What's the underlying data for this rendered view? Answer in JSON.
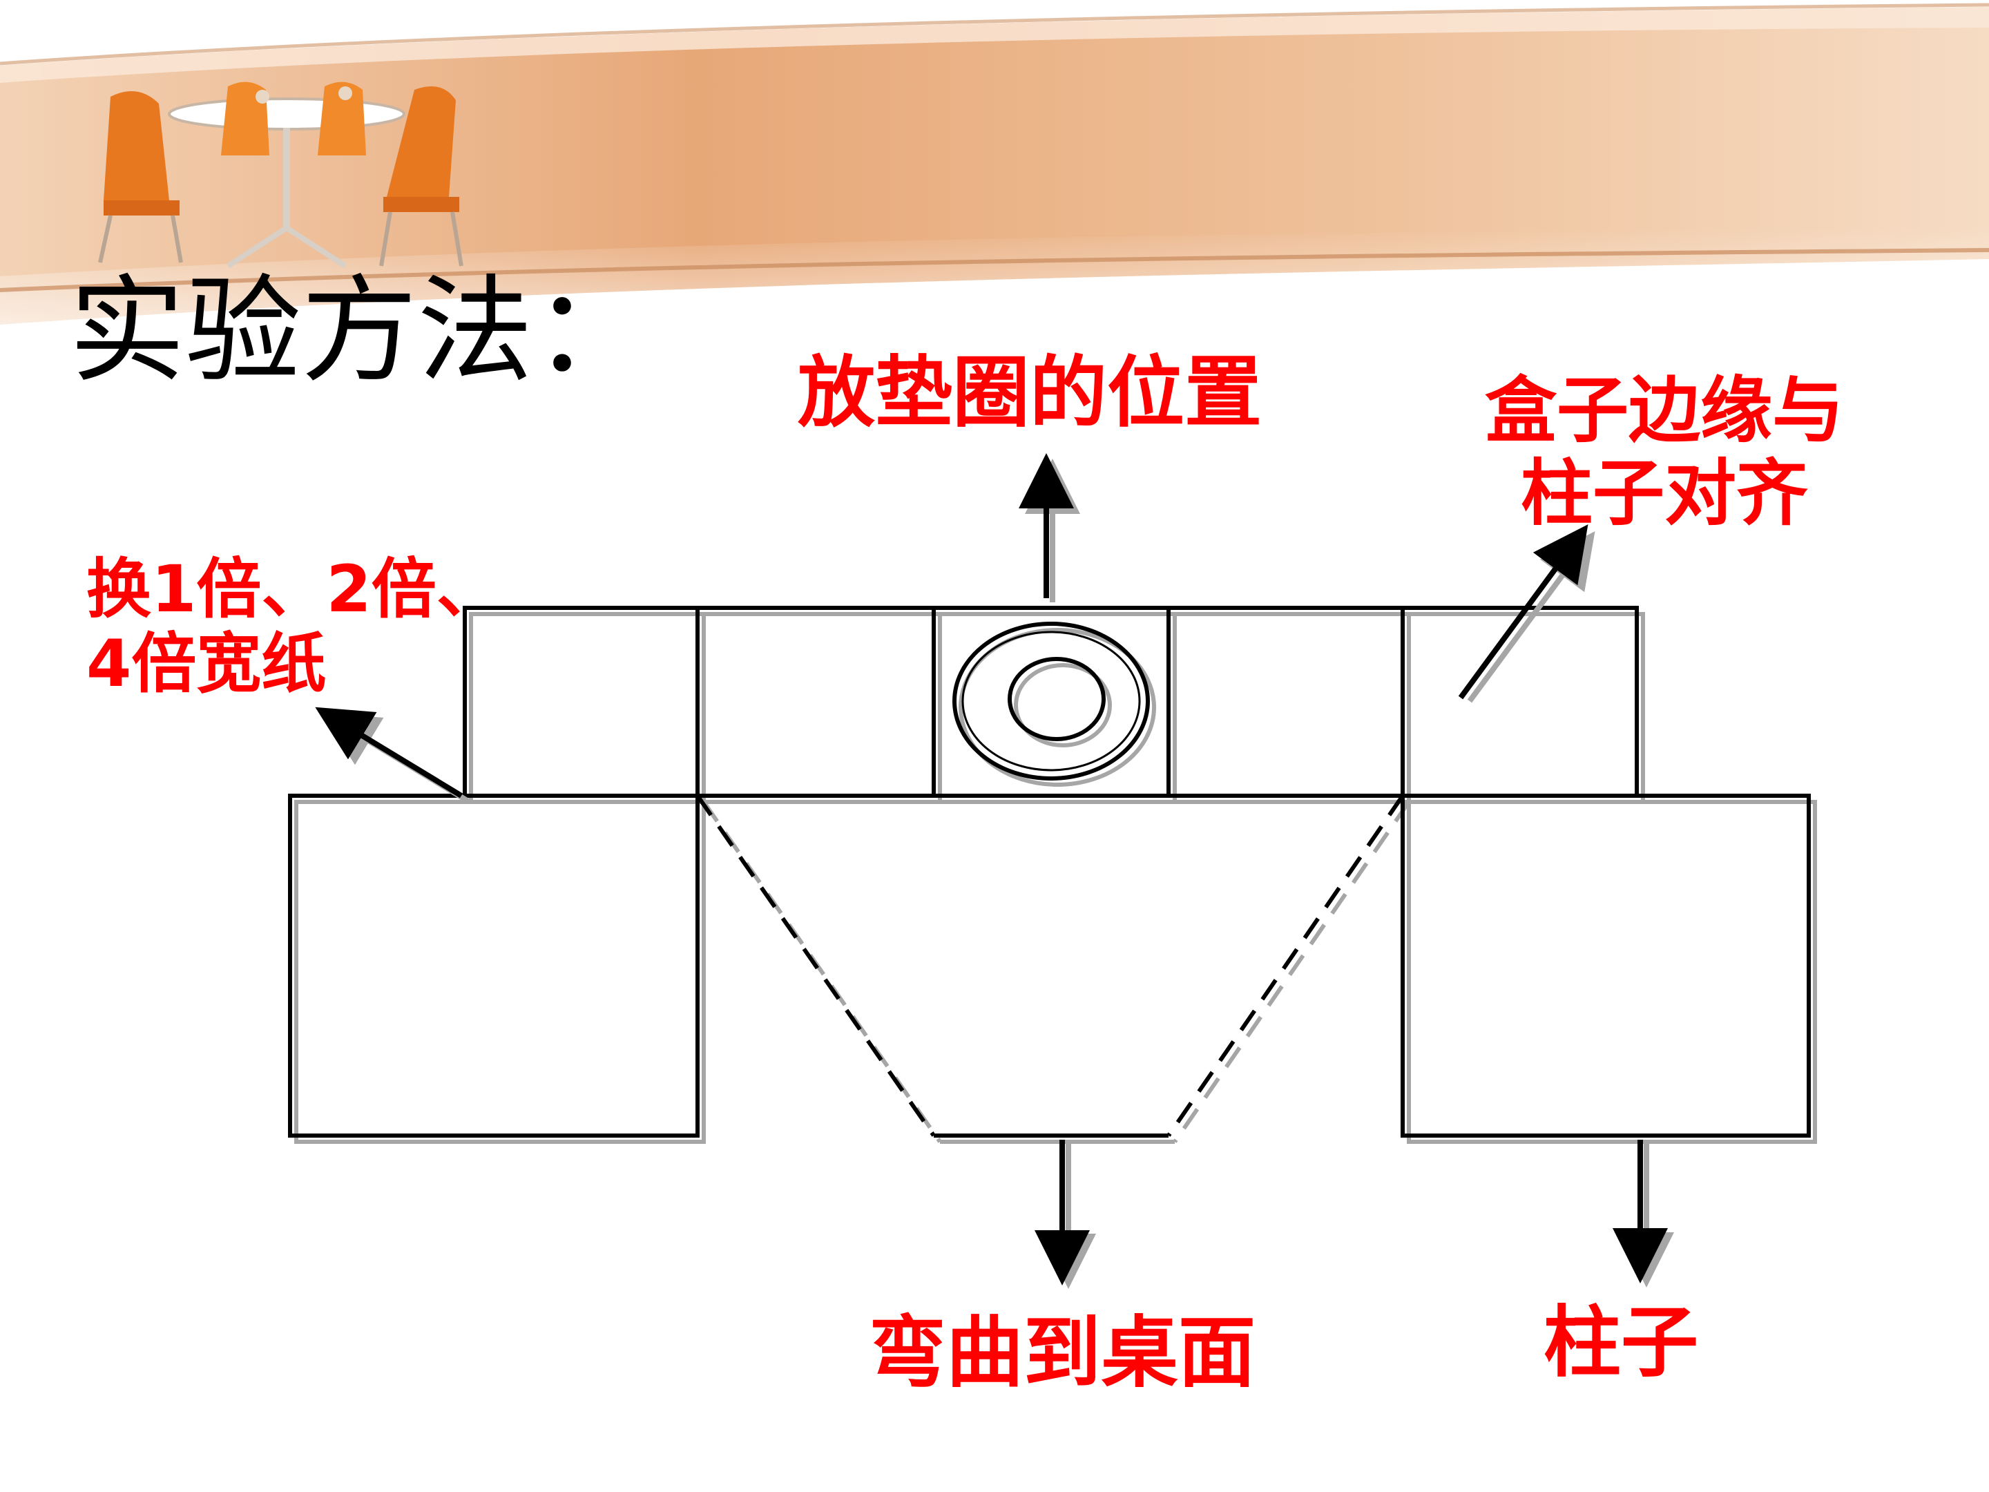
{
  "slide": {
    "title": "实验方法："
  },
  "labels": {
    "washer_position": "放垫圈的位置",
    "box_edge_line1": "盒子边缘与",
    "box_edge_line2": "柱子对齐",
    "paper_width_line1": "换1倍、2倍、",
    "paper_width_line2": "4倍宽纸",
    "bent_to_table": "弯曲到桌面",
    "pillar": "柱子"
  },
  "colors": {
    "label_red": "#ff0000",
    "line_black": "#000000",
    "shadow_gray": "#a6a6a6",
    "banner_tan": "#e8b48a"
  },
  "banner_image": "dining-table-and-orange-chairs-banner"
}
